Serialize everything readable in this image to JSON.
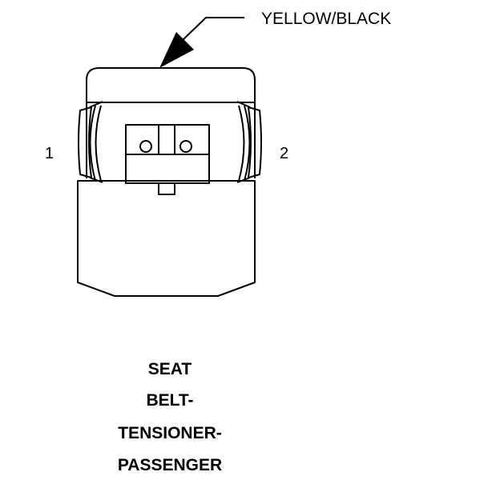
{
  "wire_color_label": "YELLOW/BLACK",
  "pins": [
    {
      "label": "1"
    },
    {
      "label": "2"
    }
  ],
  "title_lines": [
    "SEAT",
    "BELT-",
    "TENSIONER-",
    "PASSENGER"
  ],
  "colors": {
    "ink": "#000000",
    "paper": "#ffffff"
  }
}
